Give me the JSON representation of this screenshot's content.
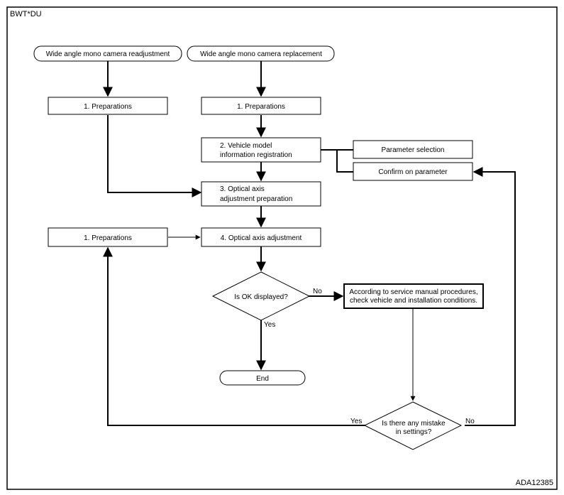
{
  "diagram_id_label": "BWT*DU",
  "figure_code": "ADA12385",
  "nodes": {
    "start_readjust": "Wide angle mono camera readjustment",
    "start_replace": "Wide angle mono camera replacement",
    "prep_left": "1. Preparations",
    "prep_right": "1. Preparations",
    "vehicle_model_1": "2. Vehicle model",
    "vehicle_model_2": "information registration",
    "param_selection": "Parameter selection",
    "confirm_param": "Confirm on parameter",
    "optical_prep_1": "3. Optical axis",
    "optical_prep_2": "adjustment preparation",
    "prep_lower": "1. Preparations",
    "optical_adjust": "4. Optical axis adjustment",
    "decision_ok": "Is OK displayed?",
    "service_manual_1": "According to service manual procedures,",
    "service_manual_2": "check vehicle and installation conditions.",
    "end": "End",
    "decision_mistake_1": "Is there any mistake",
    "decision_mistake_2": "in settings?"
  },
  "edge_labels": {
    "ok_no": "No",
    "ok_yes": "Yes",
    "mistake_yes": "Yes",
    "mistake_no": "No"
  }
}
